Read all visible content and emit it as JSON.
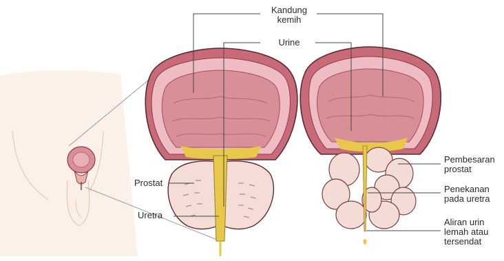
{
  "labels": {
    "kandung_kemih": [
      "Kandung",
      "kemih"
    ],
    "urine": "Urine",
    "prostat": "Prostat",
    "uretra": "Uretra",
    "pembesaran_prostat": [
      "Pembesaran",
      "prostat"
    ],
    "penekanan_uretra": [
      "Penekanan",
      "pada uretra"
    ],
    "aliran_urin": [
      "Aliran urin",
      "lemah atau",
      "tersendat"
    ]
  },
  "colors": {
    "bladder_wall": "#e3a4ad",
    "bladder_inner": "#d98f98",
    "muscle": "#c46573",
    "urine": "#e8c84a",
    "prostate": "#f3ddd6",
    "skin": "#fbeee4",
    "leader": "#444444"
  }
}
